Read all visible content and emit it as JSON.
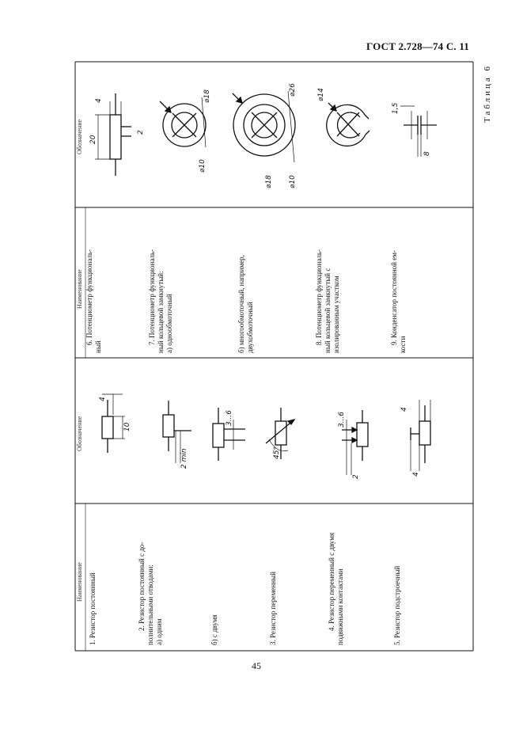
{
  "header": {
    "title": "ГОСТ 2.728—74 С. 11"
  },
  "table": {
    "caption": "Таблица 6",
    "col_name": "Наименование",
    "col_symbol": "Обозначение",
    "items": [
      {
        "l1": "1. Резистор постоянный"
      },
      {
        "l1": "2. Резистор постоянный с до-",
        "l2": "полнительными отводами:",
        "l3": "а) одним"
      },
      {
        "l1": "б) с двумя"
      },
      {
        "l1": "3. Резистор переменный"
      },
      {
        "l1": "4. Резистор переменный с двумя",
        "l2": "подвижными контактами"
      },
      {
        "l1": "5. Резистор подстроечный"
      },
      {
        "l1": "6. Потенциометр функциональ-",
        "l2": "ный"
      },
      {
        "l1": "7. Потенциометр функциональ-",
        "l2": "ный кольцевой замкнутый:",
        "l3": "а) однообмоточный"
      },
      {
        "l1": "б) многообмоточный, например,",
        "l2": "двухобмоточный"
      },
      {
        "l1": "8. Потенциометр функциональ-",
        "l2": "ный кольцевой замкнутый с",
        "l3": "изолированным участком"
      },
      {
        "l1": "9. Конденсатор постоянной ем-",
        "l2": "кости"
      }
    ]
  },
  "dimensions": {
    "d1": "4",
    "d2": "10",
    "d3": "2 min",
    "d4": "3...6",
    "d5": "45°",
    "d6": "3...6",
    "d7": "2",
    "d8": "4",
    "d9": "4",
    "e1": "4",
    "e2": "20",
    "e3": "2",
    "e4": "⌀18",
    "e5": "⌀10",
    "e6": "⌀26",
    "e7": "⌀18",
    "e8": "⌀10",
    "e9": "⌀14",
    "e10": "1,5",
    "e11": "8"
  },
  "page": {
    "number": "45"
  }
}
